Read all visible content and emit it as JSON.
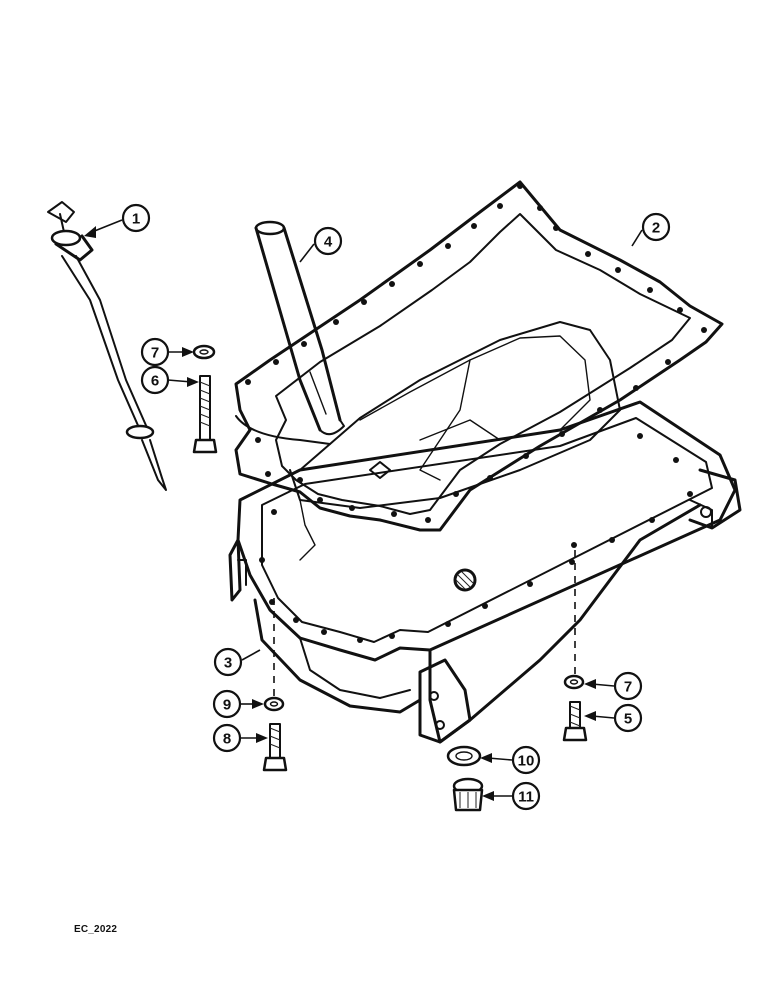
{
  "figure": {
    "reference_code": "EC_2022"
  },
  "callouts": [
    {
      "id": "c1",
      "label": "1",
      "part": "dipstick"
    },
    {
      "id": "c2",
      "label": "2",
      "part": "gasket"
    },
    {
      "id": "c3",
      "label": "3",
      "part": "oil-pan"
    },
    {
      "id": "c4",
      "label": "4",
      "part": "suction-tube"
    },
    {
      "id": "c5",
      "label": "5",
      "part": "bolt-right"
    },
    {
      "id": "c6",
      "label": "6",
      "part": "long-bolt"
    },
    {
      "id": "c7a",
      "label": "7",
      "part": "washer-upper"
    },
    {
      "id": "c7b",
      "label": "7",
      "part": "washer-lower-right"
    },
    {
      "id": "c8",
      "label": "8",
      "part": "bolt-left"
    },
    {
      "id": "c9",
      "label": "9",
      "part": "washer-left"
    },
    {
      "id": "c10",
      "label": "10",
      "part": "drain-plug-seal"
    },
    {
      "id": "c11",
      "label": "11",
      "part": "drain-plug"
    }
  ]
}
